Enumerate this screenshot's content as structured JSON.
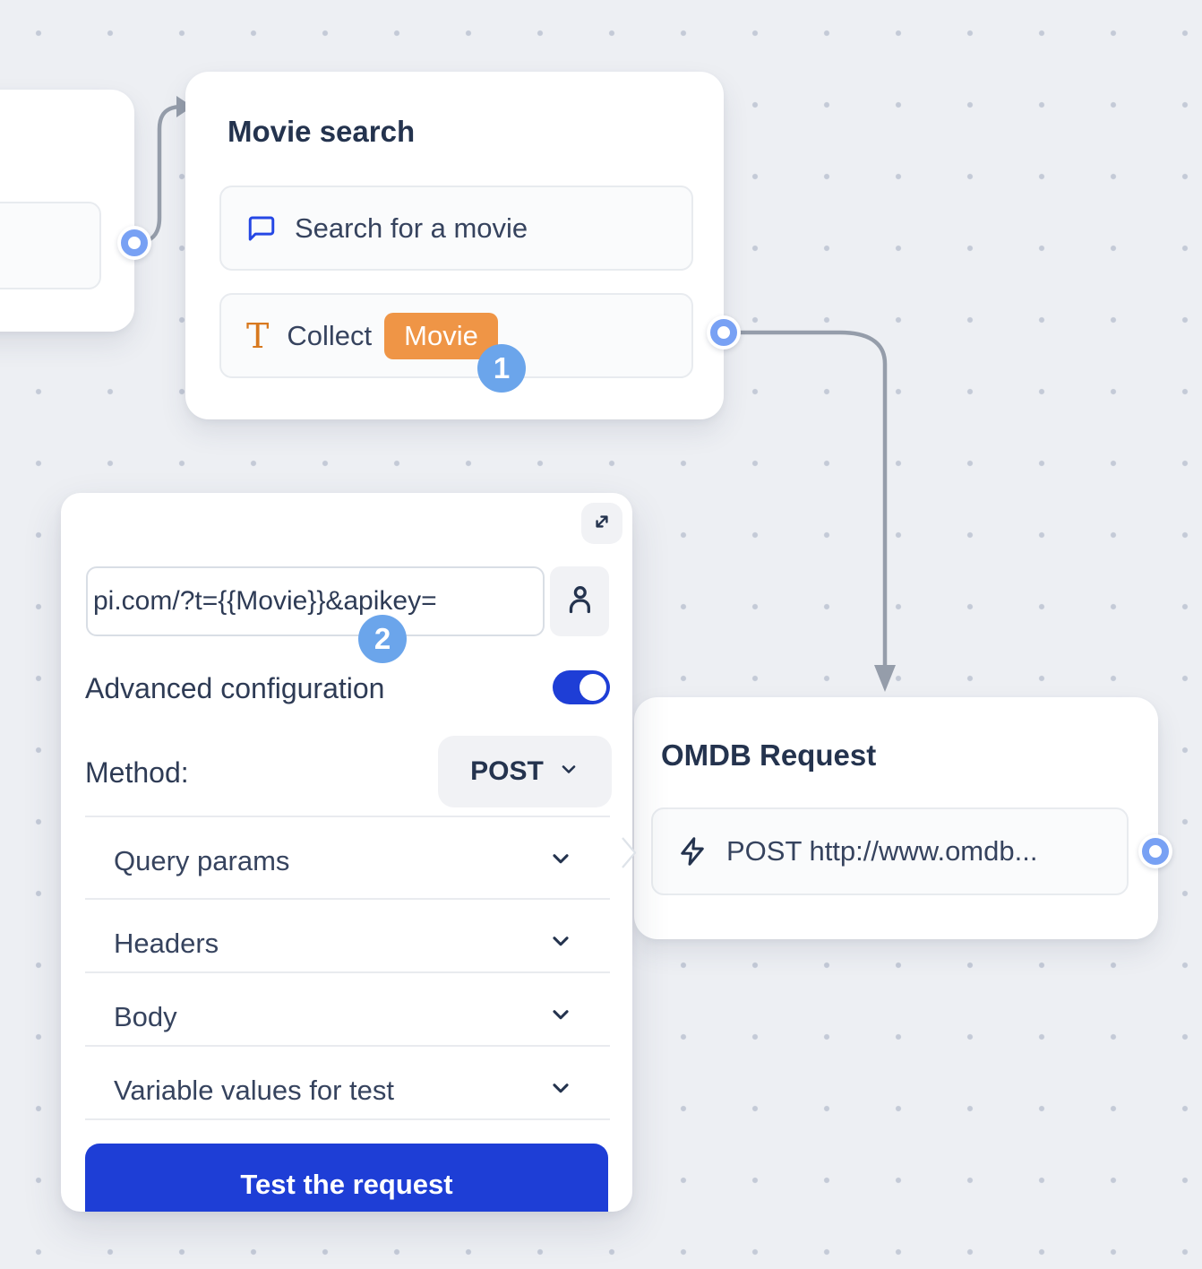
{
  "flow": {
    "movie_search": {
      "title": "Movie search",
      "items": [
        {
          "icon": "chat-bubble-icon",
          "label": "Search for a movie"
        },
        {
          "icon": "text-input-icon",
          "label": "Collect",
          "variable_tag": "Movie"
        }
      ],
      "step_badge": "1"
    },
    "omdb_request": {
      "title": "OMDB Request",
      "item": {
        "icon": "lightning-icon",
        "label": "POST http://www.omdb..."
      }
    }
  },
  "webhook_panel": {
    "url_input": {
      "value": "pi.com/?t={{Movie}}&apikey="
    },
    "step_badge": "2",
    "advanced_configuration": {
      "label": "Advanced configuration",
      "enabled": true
    },
    "method": {
      "label": "Method:",
      "value": "POST"
    },
    "sections": [
      {
        "label": "Query params"
      },
      {
        "label": "Headers"
      },
      {
        "label": "Body"
      },
      {
        "label": "Variable values for test"
      }
    ],
    "test_button_label": "Test the request"
  },
  "colors": {
    "canvas_bg": "#edeff3",
    "accent_blue": "#1e3ed6",
    "badge_blue": "#6ba5eb",
    "port_ring_blue": "#78a1f4",
    "tag_orange": "#ef9546",
    "icon_orange": "#d8791f",
    "icon_blue": "#2547e5",
    "connector_gray": "#959daa"
  }
}
